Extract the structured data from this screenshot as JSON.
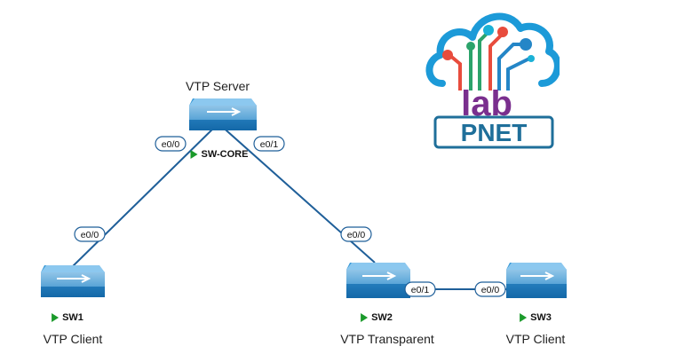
{
  "colors": {
    "link": "#1f5f99",
    "play": "#1a9a2a",
    "switch_top": "#9fd0f0",
    "switch_front": "#1f84c9"
  },
  "nodes": [
    {
      "id": "sw-core",
      "name": "SW-CORE",
      "role": "VTP Server"
    },
    {
      "id": "sw1",
      "name": "SW1",
      "role": "VTP Client"
    },
    {
      "id": "sw2",
      "name": "SW2",
      "role": "VTP Transparent"
    },
    {
      "id": "sw3",
      "name": "SW3",
      "role": "VTP Client"
    }
  ],
  "links": [
    {
      "from": "sw-core",
      "to": "sw1",
      "from_port": "e0/0",
      "to_port": "e0/0"
    },
    {
      "from": "sw-core",
      "to": "sw2",
      "from_port": "e0/1",
      "to_port": "e0/0"
    },
    {
      "from": "sw2",
      "to": "sw3",
      "from_port": "e0/1",
      "to_port": "e0/0"
    }
  ],
  "logo": {
    "top_text": "lab",
    "bottom_text": "PNET"
  }
}
